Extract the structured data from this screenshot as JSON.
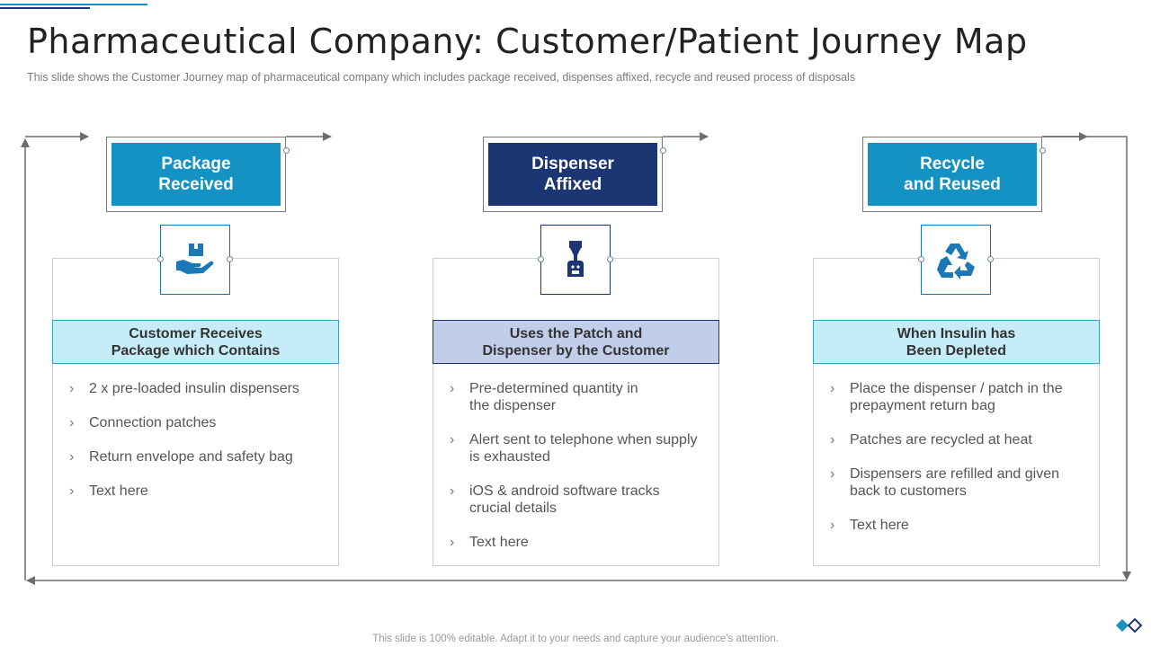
{
  "title": "Pharmaceutical Company: Customer/Patient Journey Map",
  "subtitle": "This slide shows the Customer Journey  map of pharmaceutical company which includes package received,  dispenses affixed, recycle and reused process of disposals",
  "colors": {
    "cyan": "#1592c4",
    "navy": "#1c3573",
    "light_cyan": "#c5ecf7",
    "light_lavender": "#c2cdea"
  },
  "columns": [
    {
      "header": "Package\nReceived",
      "icon": "hand-holding-box-icon",
      "sub_header": "Customer Receives\nPackage which Contains",
      "bullets": [
        "2 x pre-loaded insulin dispensers",
        "Connection patches",
        "Return envelope and safety bag",
        "Text here"
      ]
    },
    {
      "header": "Dispenser\nAffixed",
      "icon": "insulin-dispenser-icon",
      "sub_header": "Uses the Patch and\nDispenser by the Customer",
      "bullets": [
        "Pre-determined quantity in\nthe dispenser",
        "Alert sent to telephone when supply\nis exhausted",
        "iOS & android software tracks\ncrucial details",
        "Text here"
      ]
    },
    {
      "header": "Recycle\nand Reused",
      "icon": "recycle-icon",
      "sub_header": "When Insulin has\nBeen Depleted",
      "bullets": [
        "Place the dispenser / patch in the\nprepayment return bag",
        "Patches are recycled at heat",
        "Dispensers are refilled and given\nback to customers",
        "Text here"
      ]
    }
  ],
  "footer": "This slide is 100% editable. Adapt it to your needs and capture your audience's attention."
}
